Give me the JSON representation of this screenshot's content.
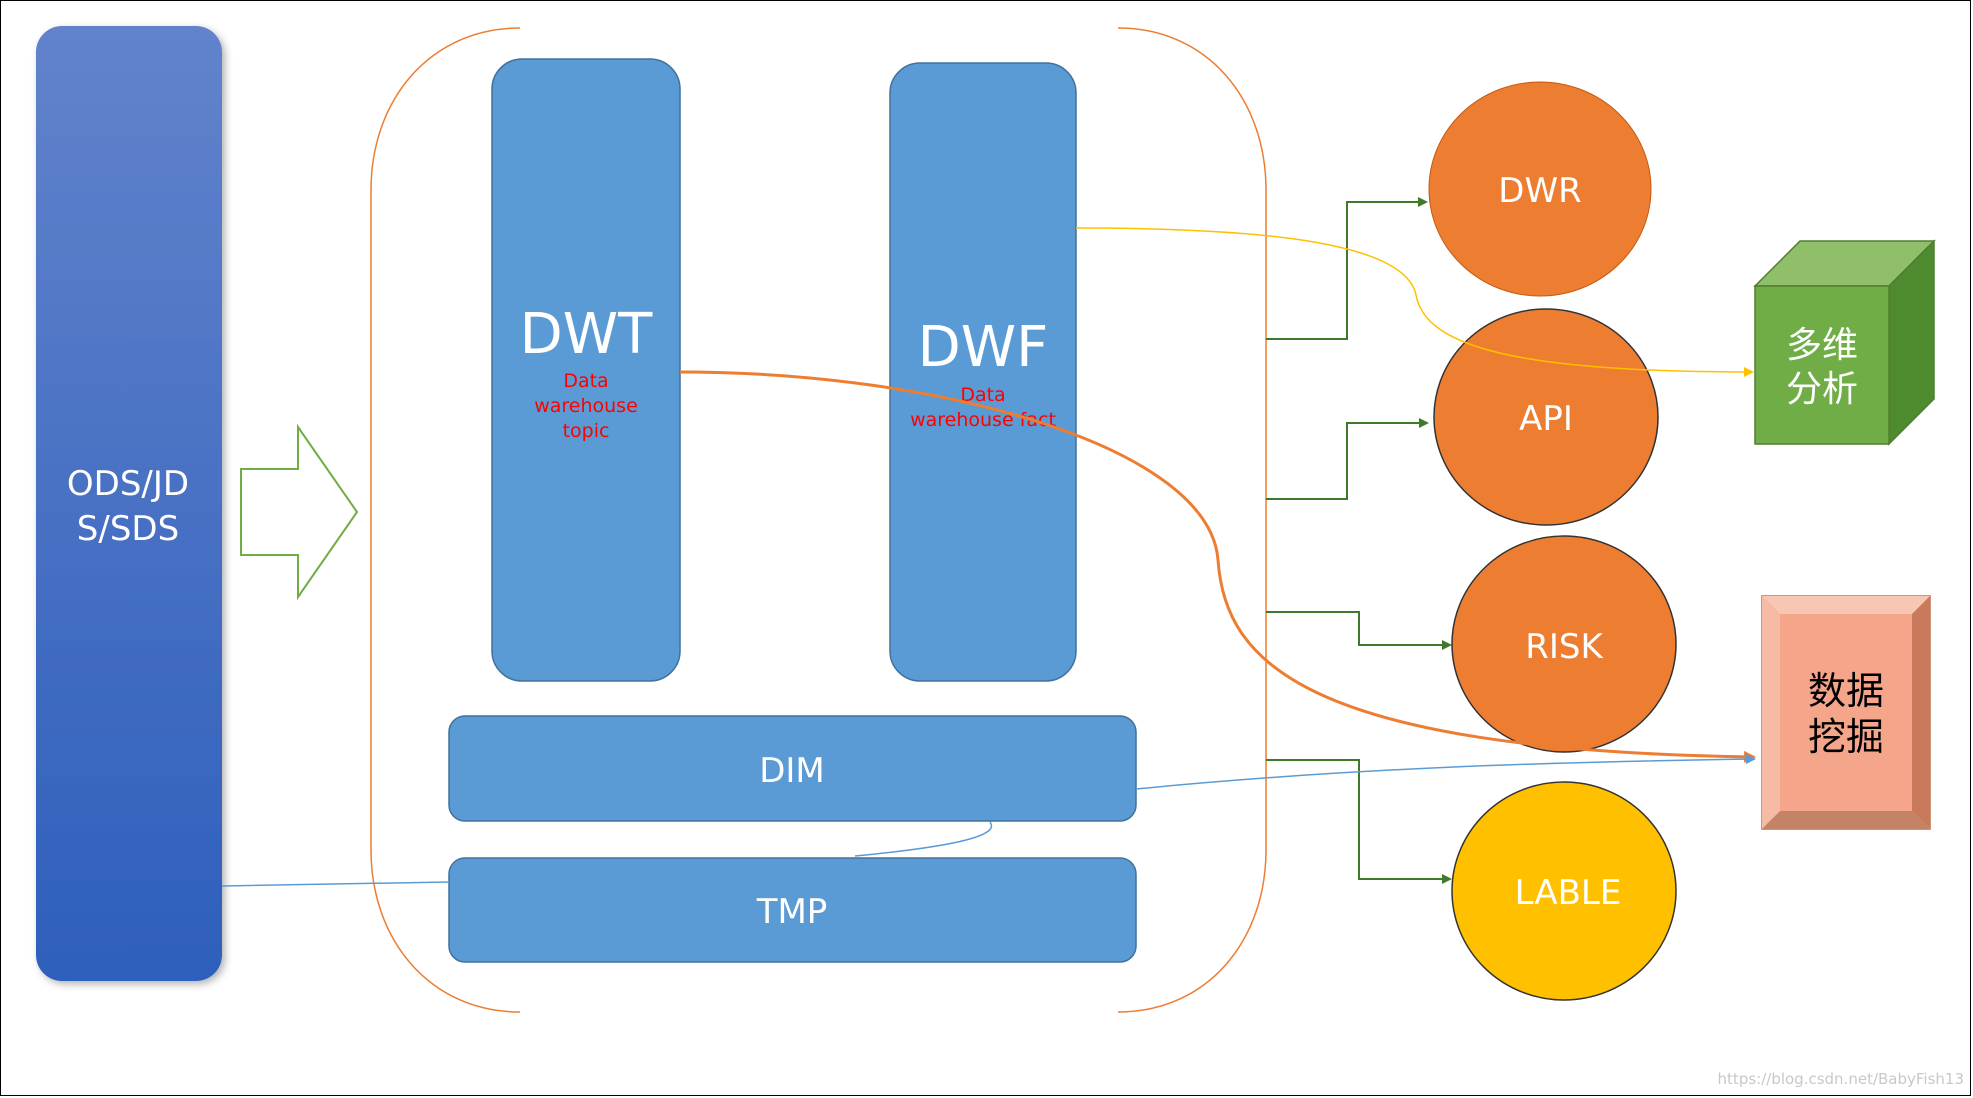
{
  "source": {
    "line1": "ODS/JD",
    "line2": "S/SDS"
  },
  "dwt": {
    "label": "DWT",
    "sub1": "Data",
    "sub2": "warehouse",
    "sub3": "topic"
  },
  "dwf": {
    "label": "DWF",
    "sub1": "Data",
    "sub2": "warehouse fact"
  },
  "dim": {
    "label": "DIM"
  },
  "tmp": {
    "label": "TMP"
  },
  "outputs": {
    "dwr": "DWR",
    "api": "API",
    "risk": "RISK",
    "lable": "LABLE"
  },
  "cube": {
    "line1": "多维",
    "line2": "分析"
  },
  "mining": {
    "line1": "数据",
    "line2": "挖掘"
  },
  "watermark": "https://blog.csdn.net/BabyFish13",
  "colors": {
    "source_top": "#6283cc",
    "source_bottom": "#2e5fbc",
    "layer_blue": "#5b9bd5",
    "orange": "#ed7d31",
    "gold": "#ffc000",
    "green": "#70ad47",
    "salmon": "#f4a58a",
    "red_text": "#ff0000"
  }
}
